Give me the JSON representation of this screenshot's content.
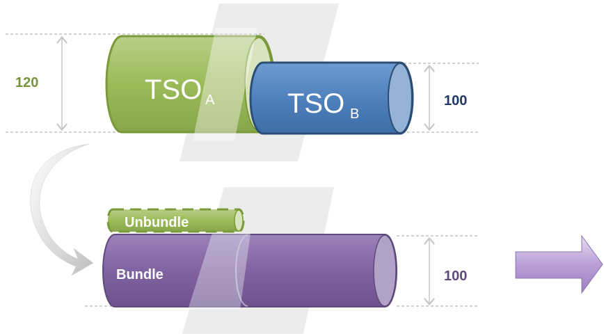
{
  "top": {
    "pipe_a": {
      "label": "TSO",
      "subscript": "A"
    },
    "pipe_b": {
      "label": "TSO",
      "subscript": "B"
    },
    "value_left": "120",
    "value_right": "100"
  },
  "bottom": {
    "unbundle_label": "Unbundle",
    "bundle_label": "Bundle",
    "value_right": "100"
  },
  "colors": {
    "green": "#9bbb59",
    "blue": "#4f81bd",
    "purple": "#8064a2",
    "green_text": "#77933c",
    "blue_text": "#1f3864",
    "purple_text": "#5f497a"
  }
}
